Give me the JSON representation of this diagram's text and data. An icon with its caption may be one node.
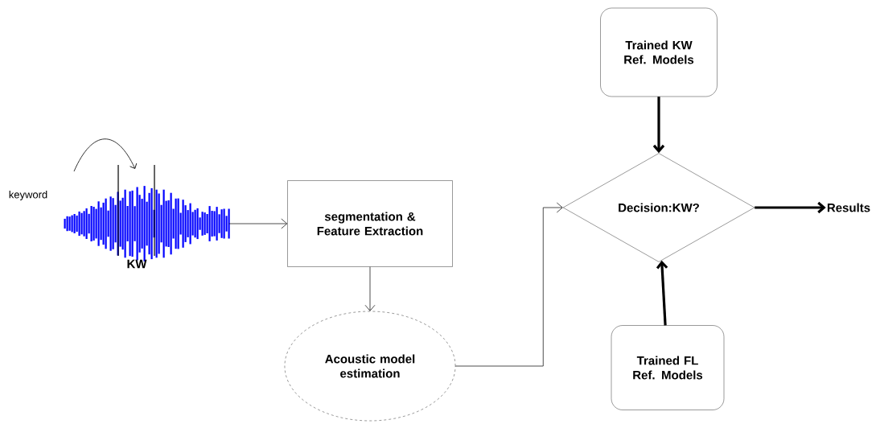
{
  "diagram": {
    "nodes": [
      {
        "text": [],
        "shape": "picture"
      },
      {
        "text": [
          "segmentation & Feature Extraction"
        ]
      },
      {
        "text": [
          "Acoustic model estimation"
        ]
      },
      {
        "text": [
          "Decision:KW?"
        ]
      },
      {
        "text": [
          "Trained KW Ref.  Models"
        ]
      },
      {
        "text": [
          "Trained FL Ref. Models"
        ]
      },
      {
        "text": [
          "Results"
        ]
      }
    ],
    "edges": [
      {
        "from": 0,
        "to": 1,
        "arrow": "to"
      },
      {
        "from": 1,
        "to": 2,
        "arrow": "to"
      },
      {
        "from": 2,
        "to": 3,
        "arrow": "to"
      },
      {
        "from": 4,
        "to": 3,
        "arrow": "to",
        "style": "thick"
      },
      {
        "from": 5,
        "to": 3,
        "arrow": "to",
        "style": "thick"
      },
      {
        "from": 3,
        "to": 6,
        "arrow": "to",
        "style": "thick"
      }
    ],
    "labels": [
      "keyword",
      "KW"
    ]
  }
}
